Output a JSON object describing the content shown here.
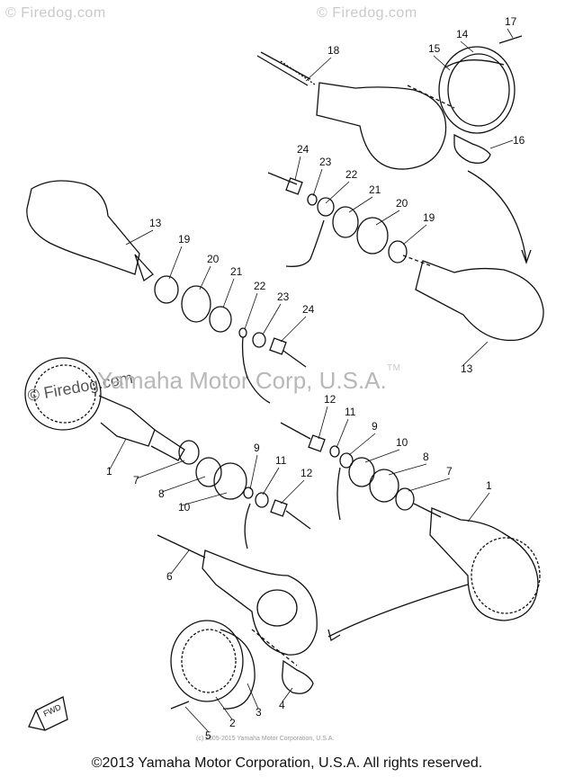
{
  "watermarks": {
    "top_left": "© Firedog.com",
    "top_right": "© Firedog.com",
    "mid_left": "© Firedog.com",
    "center": "Yamaha Motor Corp, U.S.A.",
    "tm": "TM",
    "small_copy": "(c) 2005-2015 Yamaha Motor Corporation, U.S.A."
  },
  "footer": "©2013 Yamaha Motor Corporation, U.S.A. All rights reserved.",
  "callouts": [
    "1",
    "1",
    "2",
    "3",
    "4",
    "5",
    "6",
    "7",
    "7",
    "8",
    "8",
    "9",
    "9",
    "10",
    "10",
    "11",
    "11",
    "12",
    "12",
    "13",
    "13",
    "14",
    "15",
    "16",
    "17",
    "18",
    "19",
    "19",
    "20",
    "20",
    "21",
    "21",
    "22",
    "22",
    "23",
    "23",
    "24",
    "24"
  ],
  "fwd_label": "FWD"
}
